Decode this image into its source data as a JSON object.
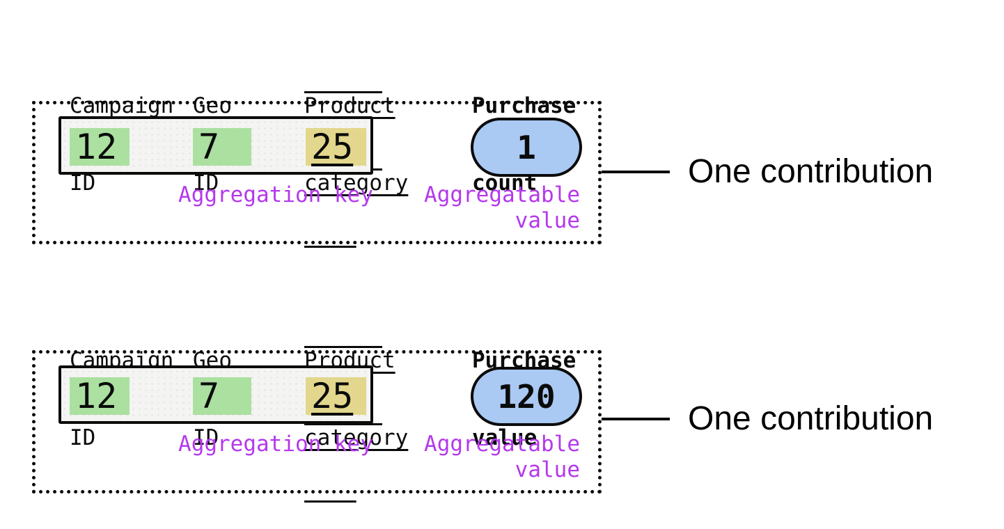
{
  "colors": {
    "green_highlight": "#abe0a0",
    "yellow_highlight": "#e2d78c",
    "blue_pill": "#aac9f3",
    "purple_label": "#b438ed",
    "key_box_bg": "#f4f4f2",
    "ink": "#0b0b0b"
  },
  "diagrams": [
    {
      "headers": {
        "campaign": {
          "line1": "Campaign",
          "line2": "ID"
        },
        "geo": {
          "line1": "Geo",
          "line2": "ID"
        },
        "product": {
          "line1": "Product",
          "line2": "category"
        },
        "metric": {
          "line1": "Purchase",
          "line2": "count"
        }
      },
      "key_cells": [
        {
          "value": "12"
        },
        {
          "value": "7"
        },
        {
          "value": "25"
        }
      ],
      "aggregatable_value": "1",
      "labels": {
        "aggregation_key": "Aggregation key",
        "aggregatable_line1": "Aggregatable",
        "aggregatable_line2": "value"
      },
      "annotation": "One contribution"
    },
    {
      "headers": {
        "campaign": {
          "line1": "Campaign",
          "line2": "ID"
        },
        "geo": {
          "line1": "Geo",
          "line2": "ID"
        },
        "product": {
          "line1": "Product",
          "line2": "category"
        },
        "metric": {
          "line1": "Purchase",
          "line2": "value"
        }
      },
      "key_cells": [
        {
          "value": "12"
        },
        {
          "value": "7"
        },
        {
          "value": "25"
        }
      ],
      "aggregatable_value": "120",
      "labels": {
        "aggregation_key": "Aggregation key",
        "aggregatable_line1": "Aggregatable",
        "aggregatable_line2": "value"
      },
      "annotation": "One contribution"
    }
  ]
}
